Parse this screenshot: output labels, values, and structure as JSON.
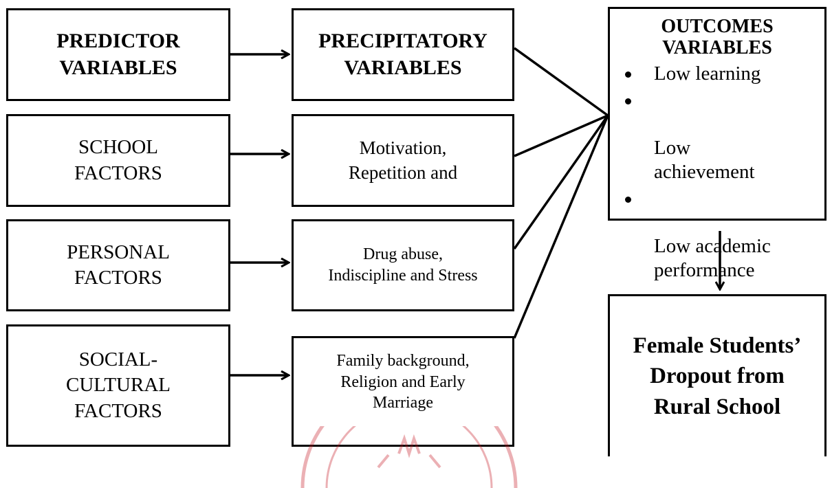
{
  "predictor": {
    "title": "PREDICTOR\nVARIABLES",
    "factors": [
      "SCHOOL\nFACTORS",
      "PERSONAL\nFACTORS",
      "SOCIAL-\nCULTURAL\nFACTORS"
    ]
  },
  "precipitatory": {
    "title": "PRECIPITATORY\nVARIABLES",
    "items": [
      "Motivation,\nRepetition and",
      "Drug abuse,\nIndiscipline and Stress",
      "Family background,\nReligion and Early\nMarriage"
    ]
  },
  "outcomes": {
    "title": "OUTCOMES\nVARIABLES",
    "items": [
      "Low learning",
      "Low\nachievement",
      "Low academic\nperformance"
    ]
  },
  "final": {
    "label": "Female Students’\nDropout from\nRural School"
  },
  "colors": {
    "line": "#000000",
    "background": "#ffffff",
    "watermark": "#c8202a"
  }
}
